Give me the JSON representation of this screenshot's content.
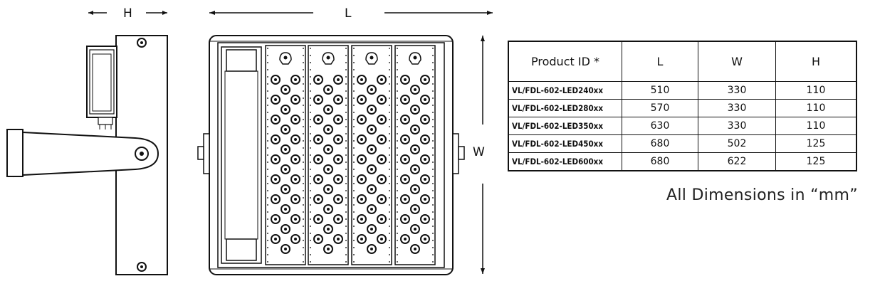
{
  "labels": {
    "H": "H",
    "L": "L",
    "W": "W"
  },
  "table": {
    "headers": [
      "Product ID *",
      "L",
      "W",
      "H"
    ],
    "rows": [
      [
        "VL/FDL-602-LED240xx",
        "510",
        "330",
        "110"
      ],
      [
        "VL/FDL-602-LED280xx",
        "570",
        "330",
        "110"
      ],
      [
        "VL/FDL-602-LED350xx",
        "630",
        "330",
        "110"
      ],
      [
        "VL/FDL-602-LED450xx",
        "680",
        "502",
        "125"
      ],
      [
        "VL/FDL-602-LED600xx",
        "680",
        "622",
        "125"
      ]
    ]
  },
  "note": "All Dimensions in “mm”"
}
